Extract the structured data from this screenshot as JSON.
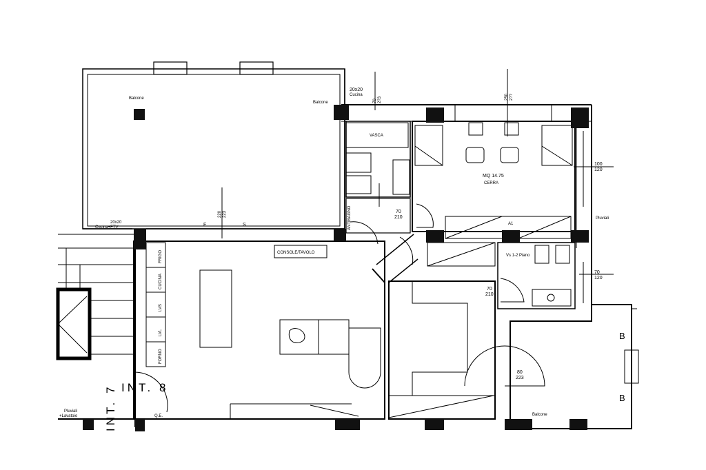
{
  "plan": {
    "labels": {
      "balcony_top_left": "Balcone",
      "balcony_top_right": "Balcone",
      "duct_top": "20x20",
      "duct_top_sub": "Cucina",
      "door_top": "70",
      "door_top_sub": "2?3",
      "window_top": "250",
      "window_top_sub": "2??",
      "vasca": "VASCA",
      "room_area": "MQ 14.75",
      "room_sub": "CERRA",
      "window_right": "100",
      "window_right_sub": "120",
      "pluviali_right": "Pluviali",
      "duct_left": "20x20",
      "duct_left_sub": "Cucina+FTV",
      "window_mid": "220",
      "window_mid_sub": "223",
      "door_f": "F",
      "door_s": "S",
      "console": "CONSOLE/TAVOLO",
      "antibagno": "ANTIBAGNO",
      "door_bath": "70",
      "door_bath_sub": "210",
      "small_a1": "A1",
      "stair_note": "Vs 1-2 Piano",
      "door_right": "70",
      "door_right_sub": "120",
      "door_mid": "70",
      "door_mid_sub": "210",
      "door_bottom": "80",
      "door_bottom_sub": "223",
      "balcony_bottom": "Balcone",
      "b_upper": "B",
      "b_lower": "B",
      "int_label": "INT. 8",
      "int7_label": "INT. 7",
      "pluviali_left": "Pluviali",
      "pluviali_left_sub": "+Lavatoio",
      "qe": "Q.E.",
      "wardrobe": [
        "FRIGO",
        "CUCINA",
        "LVS",
        "LVL",
        "FORNO"
      ]
    }
  }
}
